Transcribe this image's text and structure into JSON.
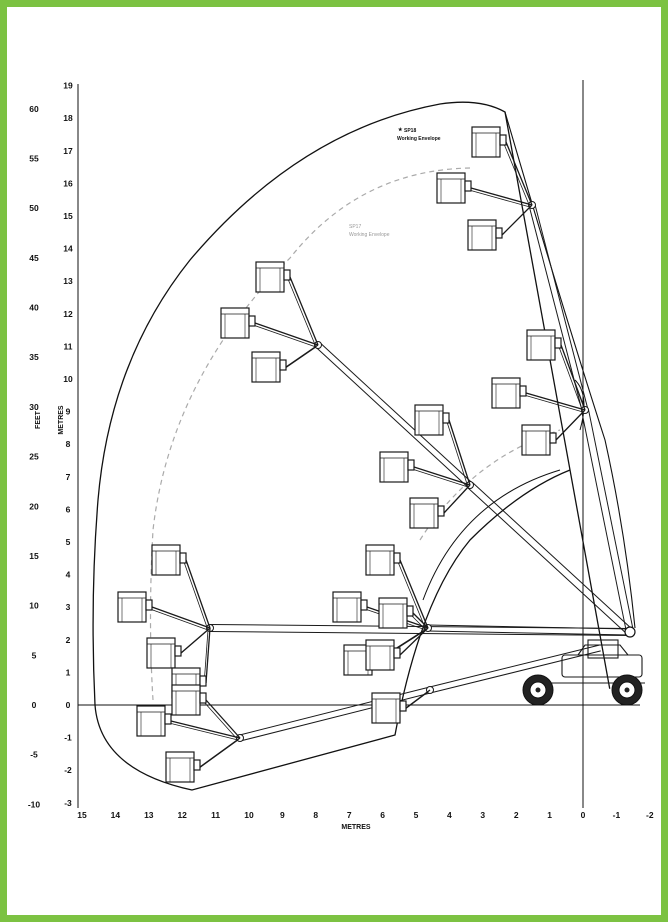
{
  "diagram": {
    "metres_y_ticks": [
      "19",
      "18",
      "17",
      "16",
      "15",
      "14",
      "13",
      "12",
      "11",
      "10",
      "9",
      "8",
      "7",
      "6",
      "5",
      "4",
      "3",
      "2",
      "1",
      "0",
      "-1",
      "-2",
      "-3"
    ],
    "feet_y_ticks": [
      "60",
      "55",
      "50",
      "45",
      "40",
      "35",
      "30",
      "25",
      "20",
      "15",
      "10",
      "5",
      "0",
      "-5",
      "-10"
    ],
    "metres_x_ticks": [
      "15",
      "14",
      "13",
      "12",
      "11",
      "10",
      "9",
      "8",
      "7",
      "6",
      "5",
      "4",
      "3",
      "2",
      "1",
      "0",
      "-1",
      "-2"
    ],
    "x_axis_label": "METRES",
    "y_axis_feet_label": "FEET",
    "y_axis_metres_label": "METRES",
    "envelope_outer": {
      "line1": "SP18",
      "line2": "Working Envelope"
    },
    "envelope_inner": {
      "line1": "SP17",
      "line2": "Working Envelope"
    },
    "colors": {
      "frame": "#7cc242",
      "ink": "#1a1a1a",
      "dashed_envelope": "#aaaaaa"
    }
  }
}
